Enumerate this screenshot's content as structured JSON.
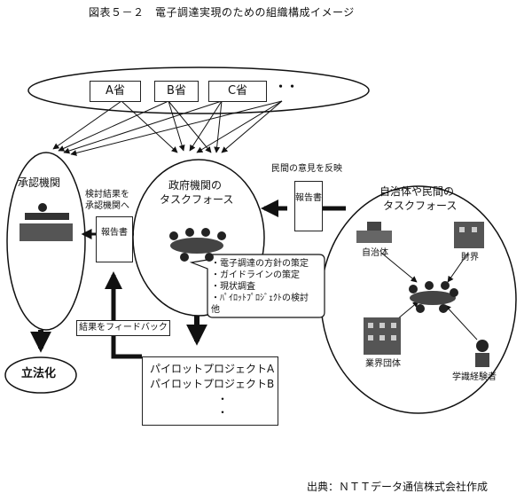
{
  "title": "図表５－２　電子調達実現のための組織構成イメージ",
  "ministries": {
    "a": "A省",
    "b": "B省",
    "c": "C省",
    "more": "・・"
  },
  "approval_org": {
    "label": "承認機関"
  },
  "gov_taskforce": {
    "line1": "政府機関の",
    "line2": "タスクフォース"
  },
  "local_taskforce": {
    "line1": "自治体や民間の",
    "line2": "タスクフォース",
    "local_gov": "自治体",
    "business": "財界",
    "industry": "業界団体",
    "experts": "学識経験者"
  },
  "report_left": "報告書",
  "report_right": "報告書",
  "label_to_approval": {
    "line1": "検討結果を",
    "line2": "承認機関へ"
  },
  "label_opinion": "民間の意見を反映",
  "feedback_label": "結果をフィードバック",
  "legislation": "立法化",
  "tasks": [
    "・電子調達の方針の策定",
    "・ガイドラインの策定",
    "・現状調査",
    "・ﾊﾟｲﾛｯﾄﾌﾟﾛｼﾞｪｸﾄの検討",
    "他"
  ],
  "pilots": [
    "パイロットプロジェクトA",
    "パイロットプロジェクトB",
    "・",
    "・"
  ],
  "source": "出典：ＮＴＴデータ通信株式会社作成"
}
